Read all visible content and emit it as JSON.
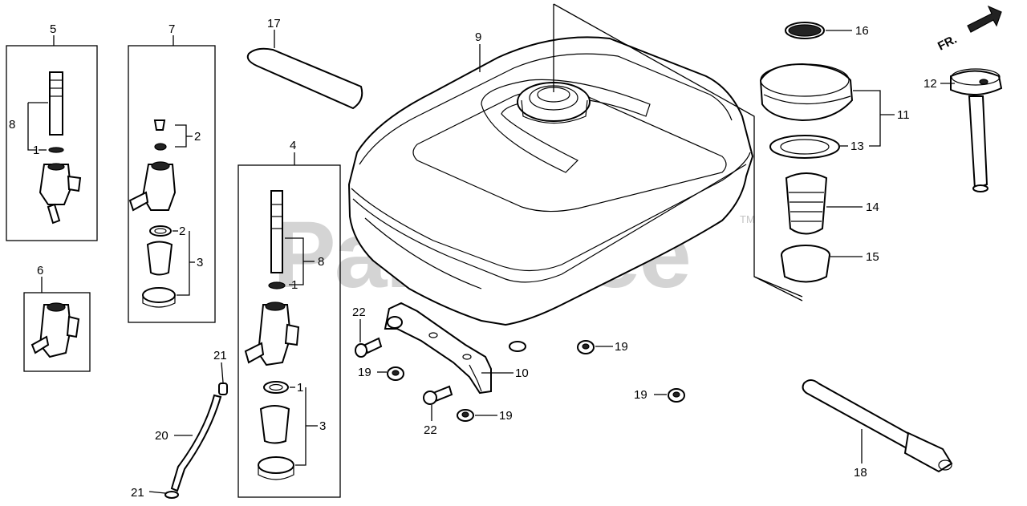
{
  "watermark": {
    "text": "PartsTree",
    "mark": "TM"
  },
  "direction_indicator": {
    "text": "FR."
  },
  "callouts": {
    "c1_kit_a": "1",
    "c1_kit_b": "1",
    "c1_kit_c": "1",
    "c2_kit_a": "2",
    "c2_kit_b": "2",
    "c3_kit_a": "3",
    "c3_kit_b": "3",
    "c4": "4",
    "c5": "5",
    "c6": "6",
    "c7": "7",
    "c8_kit_a": "8",
    "c8_kit_b": "8",
    "c9": "9",
    "c10": "10",
    "c11": "11",
    "c12": "12",
    "c13": "13",
    "c14": "14",
    "c15": "15",
    "c16": "16",
    "c17": "17",
    "c18": "18",
    "c19_a": "19",
    "c19_b": "19",
    "c19_c": "19",
    "c19_d": "19",
    "c20": "20",
    "c21_a": "21",
    "c21_b": "21",
    "c22_a": "22",
    "c22_b": "22"
  }
}
